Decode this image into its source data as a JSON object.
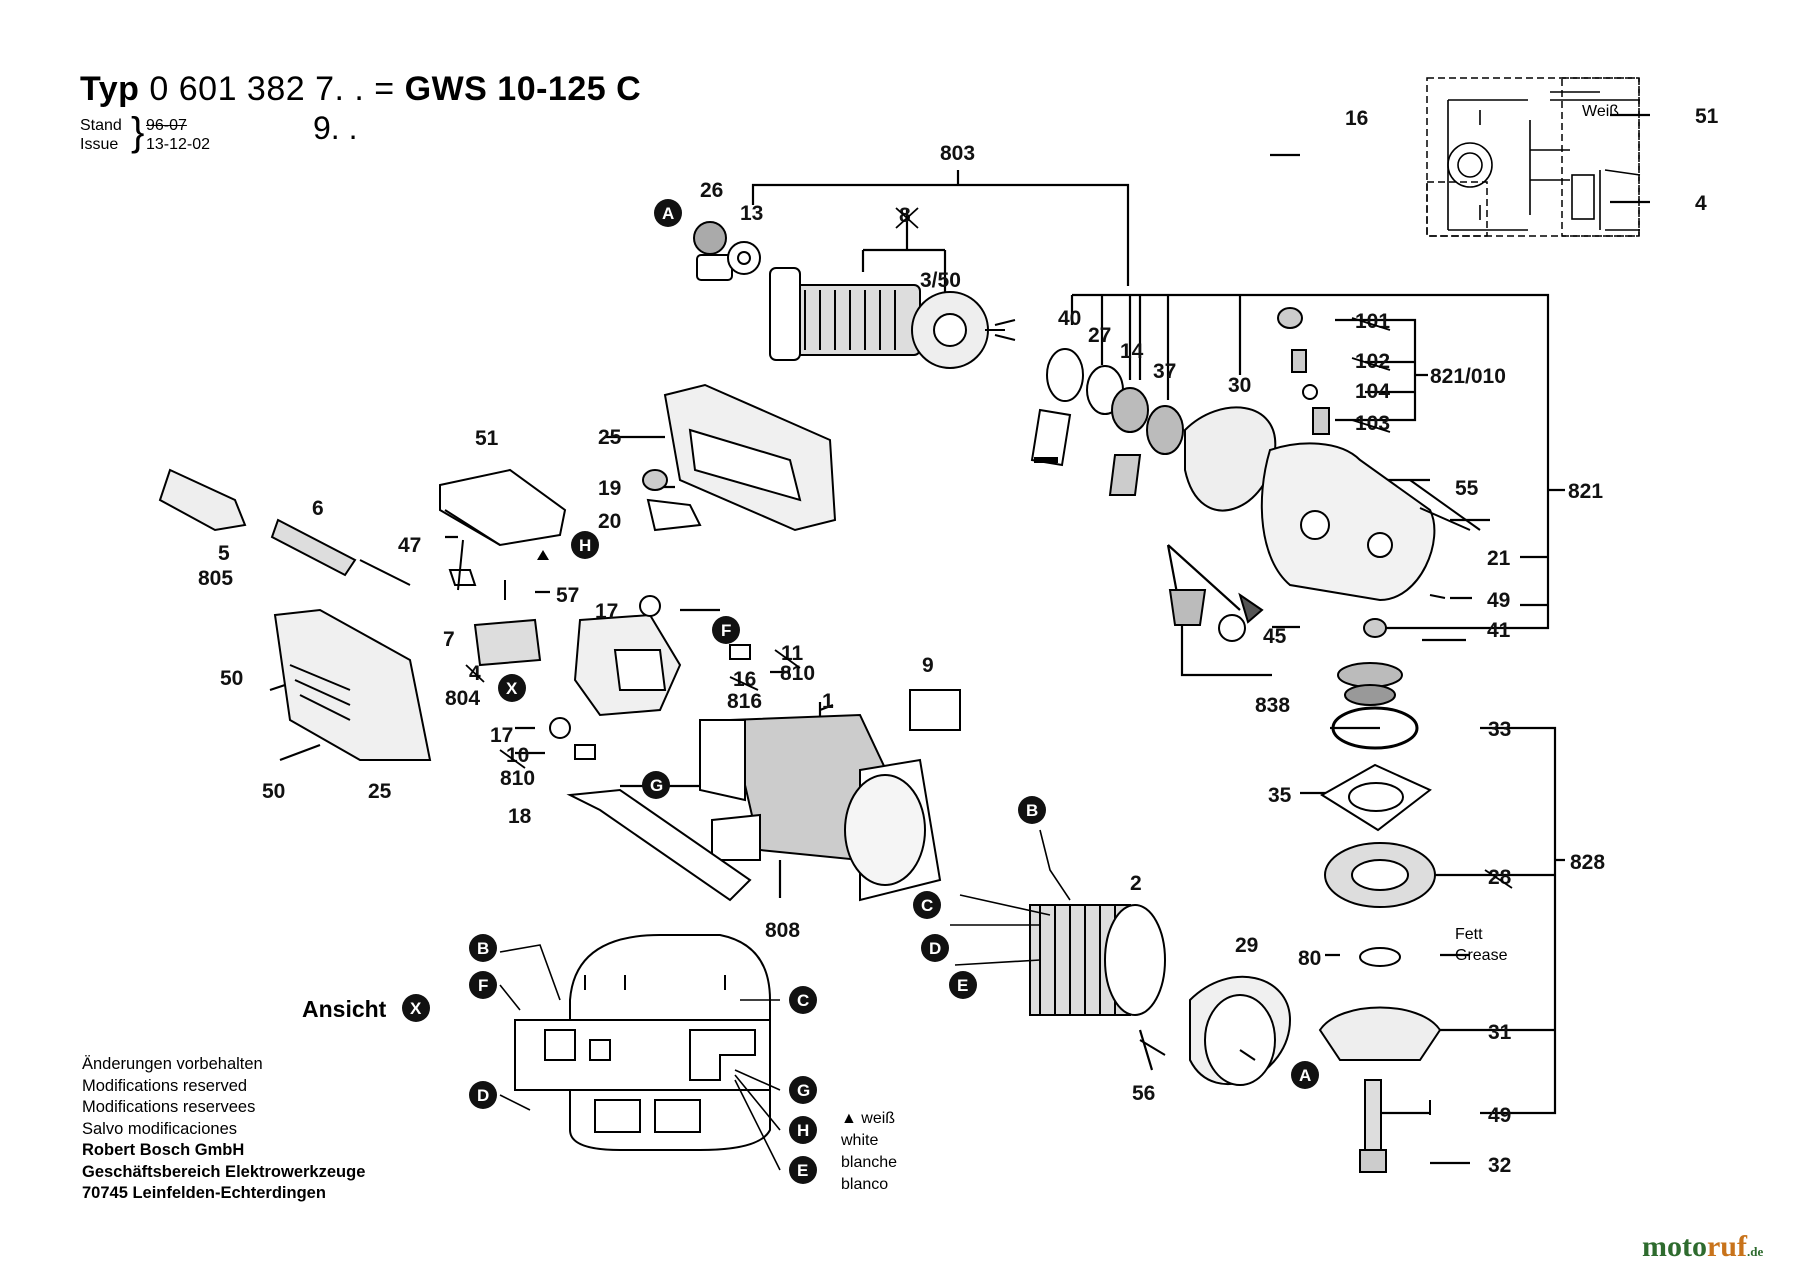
{
  "header": {
    "typ_label": "Typ",
    "part_number": "0 601 382",
    "suffix_a": "7. . =",
    "model": "GWS 10-125 C",
    "suffix_b": "9. .",
    "stand_label": "Stand",
    "issue_label": "Issue",
    "stand_value": "96-07",
    "issue_value": "13-12-02"
  },
  "labels": {
    "803": "803",
    "26": "26",
    "13": "13",
    "8": "8",
    "3_50": "3/50",
    "40": "40",
    "27": "27",
    "14": "14",
    "37": "37",
    "30": "30",
    "101": "101",
    "102": "102",
    "104": "104",
    "103": "103",
    "821_010": "821/010",
    "55": "55",
    "821": "821",
    "21": "21",
    "49a": "49",
    "41": "41",
    "45": "45",
    "838": "838",
    "51a": "51",
    "25a": "25",
    "19": "19",
    "20": "20",
    "6": "6",
    "5": "5",
    "805": "805",
    "47": "47",
    "57": "57",
    "7": "7",
    "4a": "4",
    "804": "804",
    "17a": "17",
    "11": "11",
    "810a": "810",
    "16a": "16",
    "816": "816",
    "17b": "17",
    "10": "10",
    "810b": "810",
    "9": "9",
    "1": "1",
    "18": "18",
    "808": "808",
    "50a": "50",
    "50b": "50",
    "25b": "25",
    "33": "33",
    "35": "35",
    "28": "28",
    "828": "828",
    "80": "80",
    "31": "31",
    "49b": "49",
    "32": "32",
    "2": "2",
    "29": "29",
    "56": "56",
    "16b": "16",
    "51b": "51",
    "4b": "4"
  },
  "markers": {
    "A1": "A",
    "A2": "A",
    "B1": "B",
    "B2": "B",
    "C1": "C",
    "C2": "C",
    "D1": "D",
    "D2": "D",
    "E1": "E",
    "E2": "E",
    "F1": "F",
    "F2": "F",
    "G1": "G",
    "G2": "G",
    "H1": "H",
    "H2": "H",
    "X1": "X",
    "X2": "X"
  },
  "ansicht": "Ansicht",
  "weiss_label": "Weiß",
  "fett": {
    "line1": "Fett",
    "line2": "Grease"
  },
  "colors": {
    "line1": "▲ weiß",
    "line2": "white",
    "line3": "blanche",
    "line4": "blanco"
  },
  "notes": {
    "line1": "Änderungen vorbehalten",
    "line2": "Modifications reserved",
    "line3": "Modifications reservees",
    "line4": "Salvo modificaciones",
    "line5": "Robert Bosch GmbH",
    "line6": "Geschäftsbereich Elektrowerkzeuge",
    "line7": "70745 Leinfelden-Echterdingen"
  },
  "logo": {
    "part1": "moto",
    "part2": "ruf",
    "part3": ".de"
  }
}
